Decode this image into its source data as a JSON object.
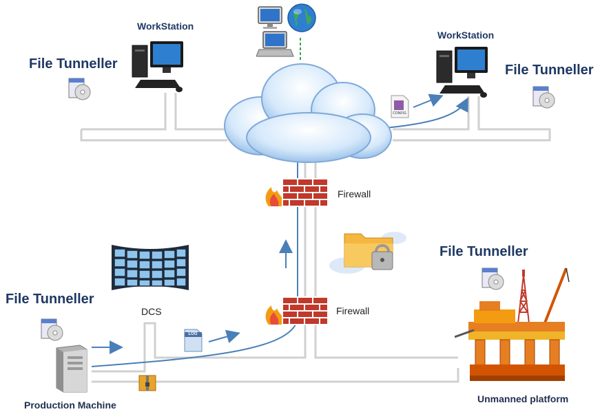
{
  "labels": {
    "file_tunneller_top_left": "File Tunneller",
    "file_tunneller_top_right": "File Tunneller",
    "file_tunneller_bottom_left": "File Tunneller",
    "file_tunneller_bottom_right": "File Tunneller",
    "workstation_left": "WorkStation",
    "workstation_right": "WorkStation",
    "firewall_top": "Firewall",
    "firewall_bottom": "Firewall",
    "dcs": "DCS",
    "production_machine": "Production Machine",
    "unmanned_platform": "Unmanned platform",
    "log_file": "LOG",
    "config_file": "CONFIG"
  },
  "colors": {
    "pipe": "#d0d0d0",
    "arrow": "#4a7fb8",
    "title": "#1f3864",
    "brick": "#c0392b",
    "cloud": "#cfe3f7"
  },
  "icons": [
    "workstation-icon",
    "globe-icon",
    "laptop-icon",
    "cloud-icon",
    "firewall-icon",
    "video-wall-icon",
    "server-icon",
    "oil-platform-icon",
    "folder-lock-icon",
    "log-file-icon",
    "config-file-icon",
    "installer-icon",
    "zip-icon"
  ]
}
